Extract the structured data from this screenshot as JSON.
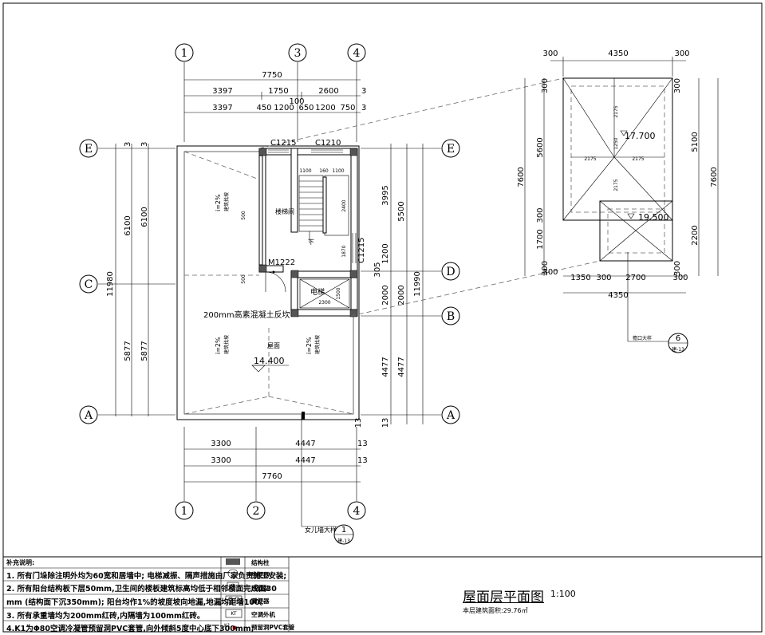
{
  "drawing": {
    "title": "屋面层平面图",
    "scale": "1:100",
    "area_note": "本层建筑面积:29.76㎡"
  },
  "axes": {
    "top": [
      "1",
      "3",
      "4"
    ],
    "bottom": [
      "1",
      "2",
      "4"
    ],
    "left": [
      "E",
      "C",
      "A"
    ],
    "right": [
      "E",
      "D",
      "B",
      "A"
    ]
  },
  "dims": {
    "top_total": "7750",
    "top_row1": [
      "3397",
      "1750",
      "2600",
      "3"
    ],
    "top_row2": [
      "3397",
      "450",
      "1200",
      "100",
      "650",
      "1200",
      "750",
      "3"
    ],
    "left_outer": [
      "3",
      "6100",
      "5877"
    ],
    "left_inner": [
      "3",
      "6100",
      "5877"
    ],
    "left_total": "11980",
    "right_a": [
      "3995",
      "1200",
      "305",
      "2000",
      "4477",
      "13"
    ],
    "right_b": [
      "5500",
      "2000",
      "4477"
    ],
    "right_total": "11990",
    "bottom_row1": [
      "3300",
      "4447",
      "13"
    ],
    "bottom_row2": [
      "3300",
      "4447",
      "13"
    ],
    "bottom_total": "7760"
  },
  "plan_labels": {
    "window_top_left": "C1215",
    "window_top_right": "C1210",
    "window_right": "C1215",
    "door": "M1222",
    "stair_room": "楼梯间",
    "stair_down": "下",
    "elevator": "电梯",
    "parapet_note": "200mm高素混凝土反坎",
    "roof": "屋面",
    "elevation": "14.400",
    "slope_1": "i=2%",
    "slope_1_text": "建筑找坡",
    "slope_2": "i=2%",
    "slope_2_text": "建筑找坡",
    "slope_3": "i=2%",
    "slope_3_text": "建筑找坡",
    "stair_dims": [
      "1100",
      "160",
      "1100"
    ],
    "small_500": "500",
    "small_500b": "500",
    "small_2400": "2400",
    "small_1870": "1870",
    "small_2300": "2300",
    "small_1500": "1500",
    "detail_ref": "女儿墙大样",
    "detail_ref_num": "1",
    "detail_ref_sheet": "建-13"
  },
  "roof_plan": {
    "top_dims": [
      "300",
      "4350",
      "300"
    ],
    "bottom_dims": [
      "300",
      "1350",
      "300",
      "2700",
      "300"
    ],
    "bottom_total": "4350",
    "left_dims": [
      "300",
      "5600",
      "300",
      "1700",
      "300"
    ],
    "left_total": "7600",
    "right_dims": [
      "300",
      "5100",
      "2200",
      "300"
    ],
    "right_total": "7600",
    "elev_1": "17.700",
    "elev_2": "19.500",
    "inner_dims": [
      "2175",
      "2175",
      "2175",
      "2175",
      "1250"
    ],
    "detail_ref": "檐口大样",
    "detail_ref_num": "6",
    "detail_ref_sheet": "建-13"
  },
  "notes": {
    "heading": "补充说明:",
    "items": [
      "1. 所有门垛除注明外均为60宽和居墙中; 电梯减振、隔声措施由厂家负责施工安装;",
      "2. 所有阳台结构板下层50mm,卫生间的楼板建筑标高均低于相邻楼面完成面30",
      "mm (结构面下沉350mm); 阳台均作1%的坡度坡向地漏,地漏均距墙100。",
      "3. 所有承重墙均为200mm红砖,内隔墙为100mm红砖。",
      "4.K1为Φ80空调冷凝管预留洞PVC套管,向外倾斜5度中心底下300mm;"
    ]
  },
  "legend": {
    "items": [
      "结构柱",
      "坐便器",
      "洗脸盆",
      "蹲便器",
      "空调外机",
      "预留洞PVC套管"
    ],
    "ac_box": "KT",
    "k1_mark": "K1"
  }
}
